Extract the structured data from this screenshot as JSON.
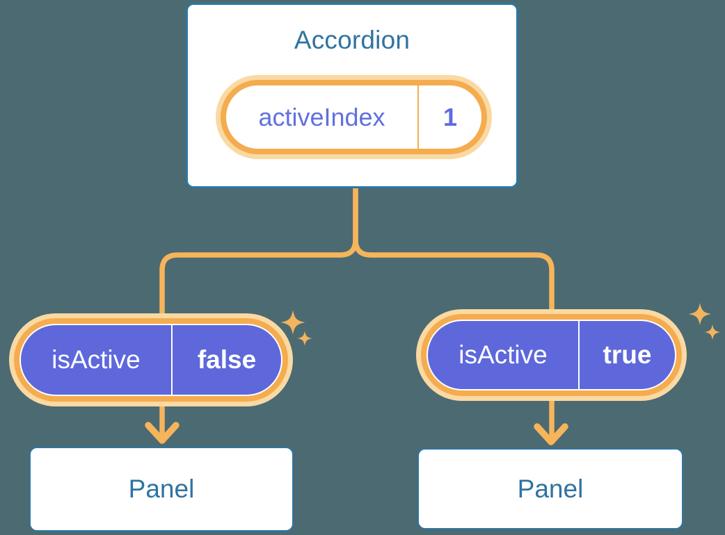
{
  "diagram_title": "Accordion state lifting diagram",
  "colors": {
    "background": "#4C6A72",
    "card_background": "#FFFFFF",
    "card_border_blue": "#2E76A2",
    "heading_blue": "#2F73A0",
    "state_text_purple": "#6170DF",
    "prop_pill_purple": "#5E68DB",
    "highlight_orange": "#F4AC4F",
    "highlight_glow": "#FAD9A3",
    "connector_orange": "#F6B45B",
    "pill_text_white": "#FFFFFF"
  },
  "icons": {
    "sparkle_glyph": "✦",
    "arrow_glyph": "↓"
  },
  "accordion": {
    "title": "Accordion",
    "state_pill": {
      "name": "activeIndex",
      "value": "1"
    }
  },
  "children": {
    "left": {
      "prop_pill": {
        "name": "isActive",
        "value": "false"
      },
      "panel_title": "Panel"
    },
    "right": {
      "prop_pill": {
        "name": "isActive",
        "value": "true"
      },
      "panel_title": "Panel"
    }
  }
}
